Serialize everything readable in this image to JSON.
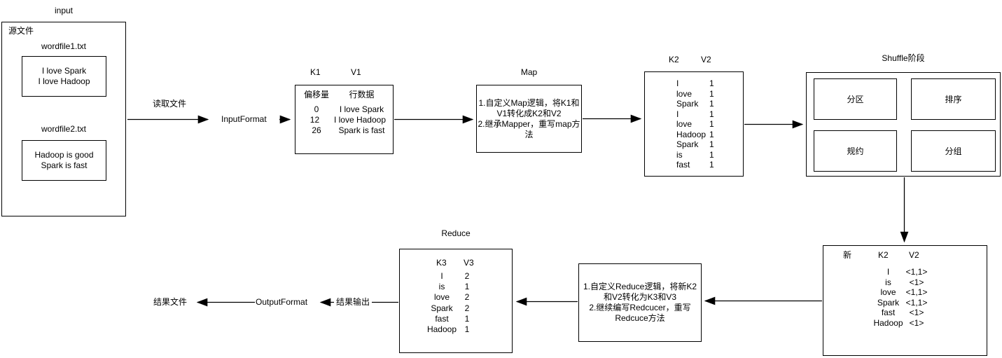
{
  "colors": {
    "background": "#ffffff",
    "stroke": "#000000",
    "text": "#000000"
  },
  "input_section": {
    "title": "input",
    "source_label": "源文件",
    "file1": {
      "name": "wordfile1.txt",
      "line1": "I love Spark",
      "line2": "I love Hadoop"
    },
    "file2": {
      "name": "wordfile2.txt",
      "line1": "Hadoop is good",
      "line2": "Spark is fast"
    }
  },
  "flow_labels": {
    "read_file": "读取文件",
    "input_format": "InputFormat",
    "output_format": "OutputFormat",
    "result_output": "结果输出",
    "result_file": "结果文件"
  },
  "k1v1": {
    "header_k": "K1",
    "header_v": "V1",
    "col_offset": "偏移量",
    "col_rowdata": "行数据",
    "rows": [
      {
        "k": "0",
        "v": "I love Spark"
      },
      {
        "k": "12",
        "v": "I love Hadoop"
      },
      {
        "k": "26",
        "v": "Spark is fast"
      }
    ]
  },
  "map_box": {
    "title": "Map",
    "line1": "1.自定义Map逻辑，将K1和",
    "line2": "V1转化成K2和V2",
    "line3": "2.继承Mapper，重写map方",
    "line4": "法"
  },
  "k2v2": {
    "header_k": "K2",
    "header_v": "V2",
    "rows": [
      {
        "k": "I",
        "v": "1"
      },
      {
        "k": "love",
        "v": "1"
      },
      {
        "k": "Spark",
        "v": "1"
      },
      {
        "k": "I",
        "v": "1"
      },
      {
        "k": "love",
        "v": "1"
      },
      {
        "k": "Hadoop",
        "v": "1"
      },
      {
        "k": "Spark",
        "v": "1"
      },
      {
        "k": "is",
        "v": "1"
      },
      {
        "k": "fast",
        "v": "1"
      }
    ]
  },
  "shuffle": {
    "title": "Shuffle阶段",
    "partition": "分区",
    "sort": "排序",
    "combine": "规约",
    "group": "分组"
  },
  "new_k2v2": {
    "header_new": "新",
    "header_k": "K2",
    "header_v": "V2",
    "rows": [
      {
        "k": "I",
        "v": "<1,1>"
      },
      {
        "k": "is",
        "v": "<1>"
      },
      {
        "k": "love",
        "v": "<1,1>"
      },
      {
        "k": "Spark",
        "v": "<1,1>"
      },
      {
        "k": "fast",
        "v": "<1>"
      },
      {
        "k": "Hadoop",
        "v": "<1>"
      }
    ]
  },
  "reduce_logic": {
    "line1": "1.自定义Reduce逻辑，将新K2",
    "line2": "和V2转化为K3和V3",
    "line3": "2.继续编写Redcucer，重写",
    "line4": "Redcuce方法"
  },
  "reduce_result": {
    "title": "Reduce",
    "header_k": "K3",
    "header_v": "V3",
    "rows": [
      {
        "k": "I",
        "v": "2"
      },
      {
        "k": "is",
        "v": "1"
      },
      {
        "k": "love",
        "v": "2"
      },
      {
        "k": "Spark",
        "v": "2"
      },
      {
        "k": "fast",
        "v": "1"
      },
      {
        "k": "Hadoop",
        "v": "1"
      }
    ]
  }
}
